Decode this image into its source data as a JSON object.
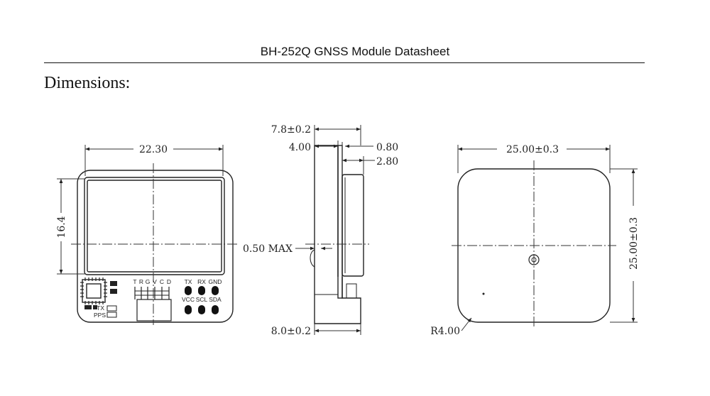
{
  "page": {
    "title": "BH-252Q GNSS Module Datasheet",
    "section_heading": "Dimensions:"
  },
  "front_view": {
    "width_label": "22.30",
    "height_label": "16.4",
    "pin_header_labels": [
      "T",
      "R",
      "G",
      "V",
      "C",
      "D"
    ],
    "pad_labels_top": [
      "TX",
      "RX",
      "GND"
    ],
    "pad_labels_bottom": [
      "VCC",
      "SCL",
      "SDA"
    ],
    "led_labels": [
      "TX",
      "PPS"
    ]
  },
  "side_view": {
    "total_thickness_label": "7.8±0.2",
    "base_thickness_label": "4.00",
    "pcb_thickness_label": "0.80",
    "antenna_thickness_label": "2.80",
    "gap_label": "0.50 MAX",
    "bottom_label": "8.0±0.2"
  },
  "back_view": {
    "width_label": "25.00±0.3",
    "height_label": "25.00±0.3",
    "radius_label": "R4.00"
  }
}
